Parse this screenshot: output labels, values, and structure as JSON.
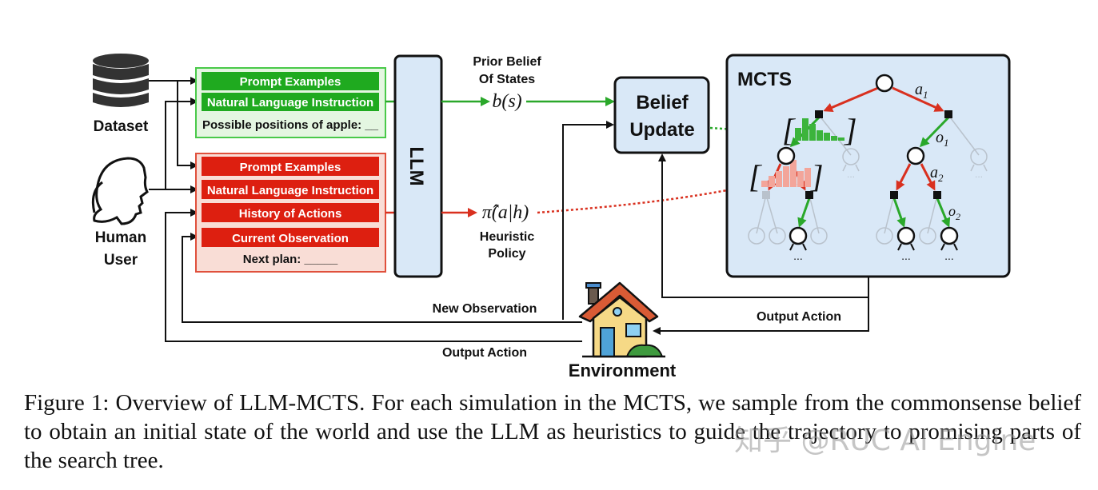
{
  "dataset": {
    "label": "Dataset"
  },
  "human": {
    "label_line1": "Human",
    "label_line2": "User"
  },
  "green_prompt": {
    "rows": [
      "Prompt Examples",
      "Natural Language Instruction"
    ],
    "fill_in": "Possible positions of apple: __"
  },
  "red_prompt": {
    "rows": [
      "Prompt Examples",
      "Natural Language Instruction",
      "History of Actions",
      "Current Observation"
    ],
    "fill_in": "Next plan: _____"
  },
  "llm": {
    "label": "LLM"
  },
  "prior": {
    "line1": "Prior Belief",
    "line2": "Of States",
    "symbol": "b(s)"
  },
  "heuristic": {
    "line1": "Heuristic",
    "line2": "Policy",
    "symbol": "π̂(a|h)"
  },
  "belief_update": {
    "line1": "Belief",
    "line2": "Update"
  },
  "mcts": {
    "title": "MCTS",
    "labels": {
      "a1": "a",
      "a1_sub": "1",
      "o1": "o",
      "o1_sub": "1",
      "a2": "a",
      "a2_sub": "2",
      "o2": "o",
      "o2_sub": "2"
    },
    "ellipsis": "..."
  },
  "arrows": {
    "new_observation": "New Observation",
    "output_action_right": "Output Action",
    "output_action_bottom": "Output Action"
  },
  "environment": {
    "label": "Environment"
  },
  "caption": "Figure 1: Overview of LLM-MCTS. For each simulation in the MCTS, we sample from the commonsense belief to obtain an initial state of the world and use the LLM as heuristics to guide the trajectory to promising parts of the search tree.",
  "watermark": "知乎 @RUC AI Engine",
  "colors": {
    "green_box": "#1faa1f",
    "green_border": "#49c949",
    "green_bg": "#e4f6e1",
    "red_box": "#dd1f10",
    "red_border": "#e0503c",
    "red_bg": "#f9ddd6",
    "panel_blue": "#d9e8f7",
    "arrow_green": "#2aa82a",
    "arrow_red": "#d9301f",
    "tree_gray": "#b9c2cc"
  }
}
